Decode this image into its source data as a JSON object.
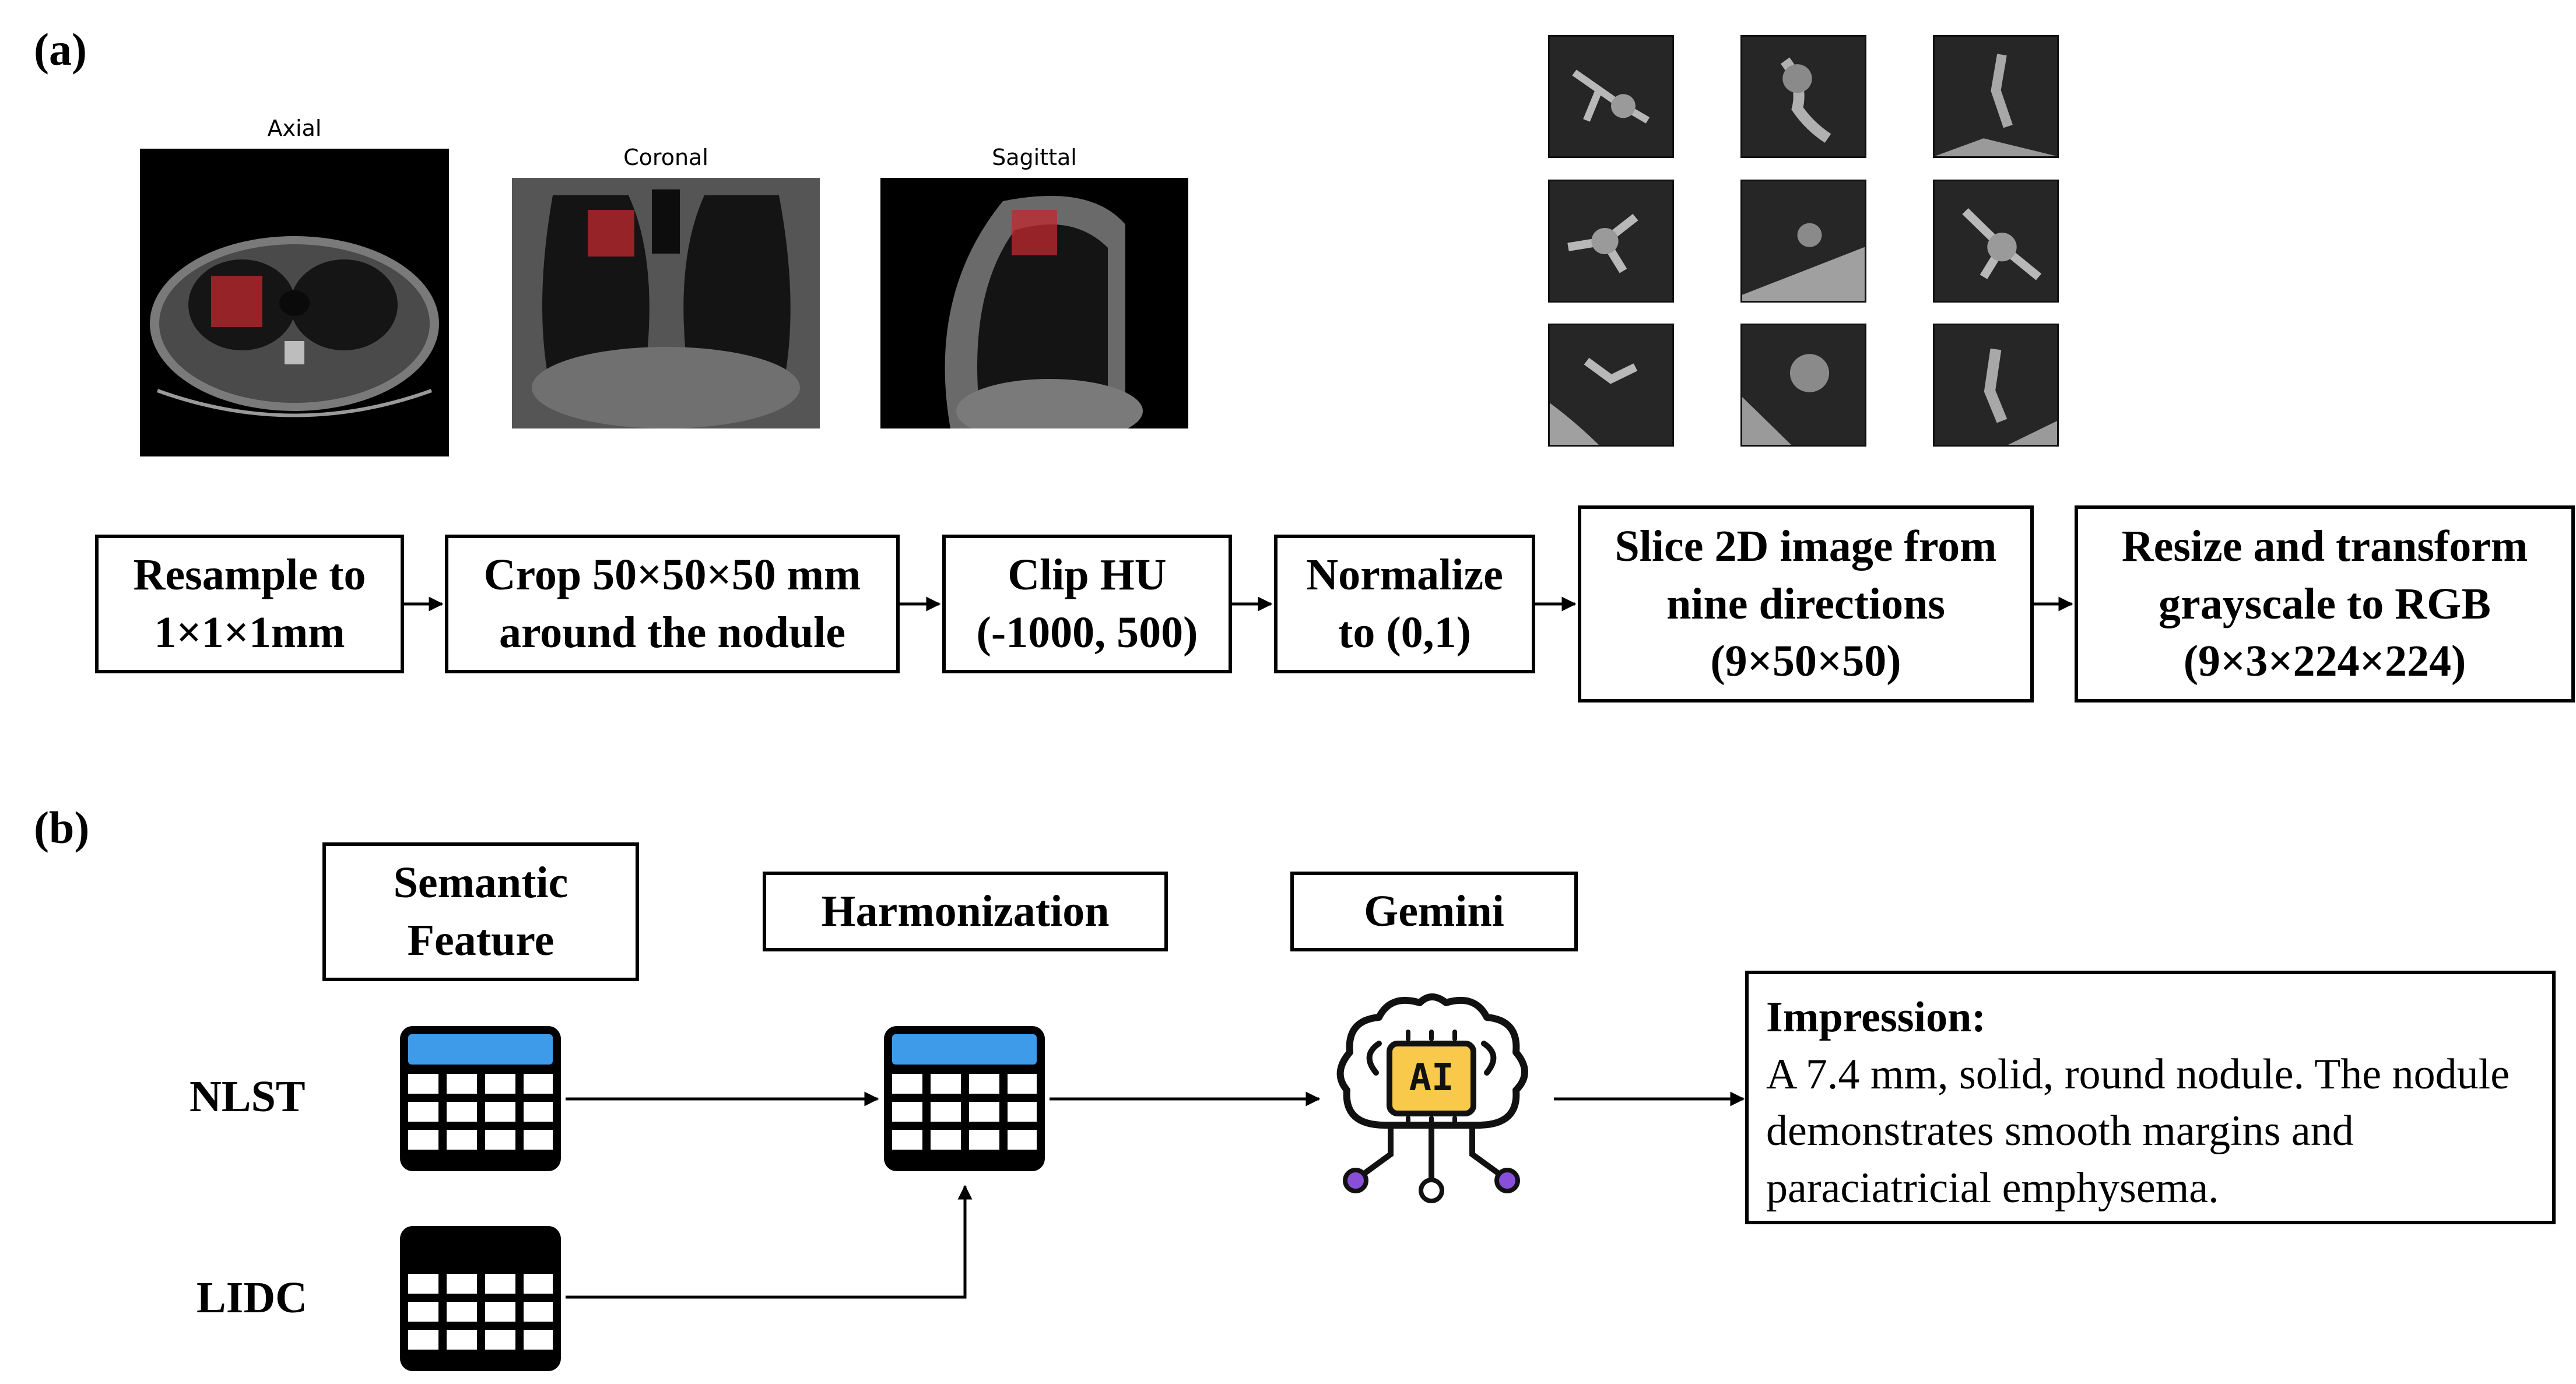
{
  "panels": {
    "a_label": "(a)",
    "b_label": "(b)"
  },
  "ct_views": [
    {
      "title": "Axial"
    },
    {
      "title": "Coronal"
    },
    {
      "title": "Sagittal"
    }
  ],
  "pipeline_steps": [
    {
      "label": "Resample to\n1×1×1mm"
    },
    {
      "label": "Crop 50×50×50 mm\naround the nodule"
    },
    {
      "label": "Clip HU\n(-1000, 500)"
    },
    {
      "label": "Normalize\nto (0,1)"
    },
    {
      "label": "Slice 2D image from\nnine directions\n(9×50×50)"
    },
    {
      "label": "Resize and transform\ngrayscale to RGB\n(9×3×224×224)"
    }
  ],
  "panel_b": {
    "semantic_feature": "Semantic\nFeature",
    "harmonization": "Harmonization",
    "gemini": "Gemini",
    "nlst": "NLST",
    "lidc": "LIDC",
    "ai_chip": "AI",
    "impression_title": "Impression:",
    "impression_text": "A 7.4 mm, solid, round nodule. The nodule demonstrates smooth margins and paraciatricial emphysema."
  },
  "colors": {
    "table_header": "#3d9be9",
    "chip": "#f8c94a",
    "node": "#8a4fd8",
    "highlight": "#c0282d"
  }
}
